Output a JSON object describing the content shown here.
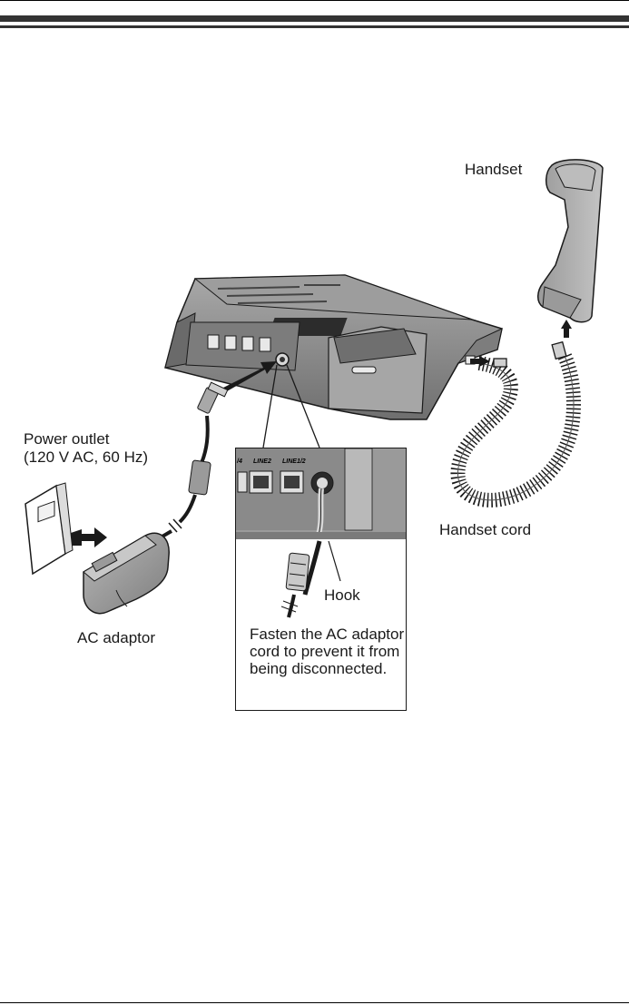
{
  "labels": {
    "handset": "Handset",
    "power_outlet": "Power outlet\n(120 V AC, 60 Hz)",
    "ac_adaptor": "AC adaptor",
    "handset_cord": "Handset cord",
    "hook": "Hook",
    "note": "Fasten the AC adaptor cord to prevent it from being disconnected."
  },
  "jacks": {
    "left_partial": "/4",
    "line2": "LINE2",
    "line12": "LINE1/2"
  },
  "colors": {
    "ink": "#1a1a1a",
    "device_fill": "#8e8e8e",
    "device_dark": "#5c5c5c",
    "device_light": "#b4b4b4",
    "wall": "#ffffff",
    "header_bar": "#333333"
  }
}
